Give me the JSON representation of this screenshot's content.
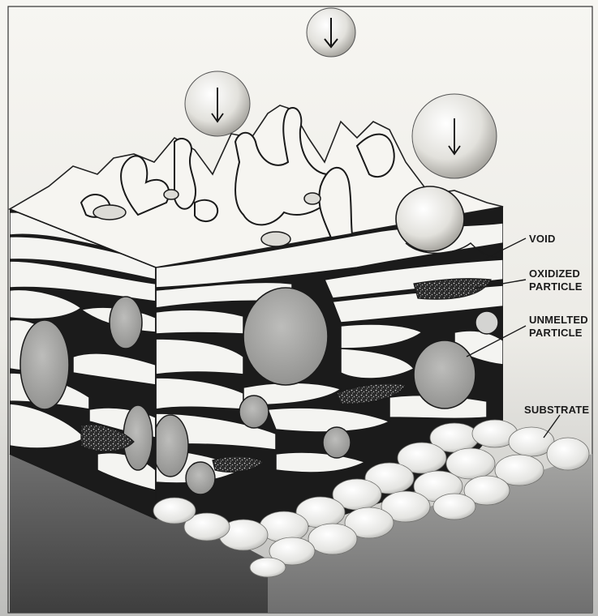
{
  "labels": {
    "void": "VOID",
    "oxidized_line1": "OXIDIZED",
    "oxidized_line2": "PARTICLE",
    "unmelted_line1": "UNMELTED",
    "unmelted_line2": "PARTICLE",
    "substrate": "SUBSTRATE"
  },
  "colors": {
    "paper": "#f1f0eb",
    "ink": "#111111",
    "splat": "#f4f4f1",
    "particle": "#a9a9a9",
    "substrate": "#d9d9d6"
  }
}
